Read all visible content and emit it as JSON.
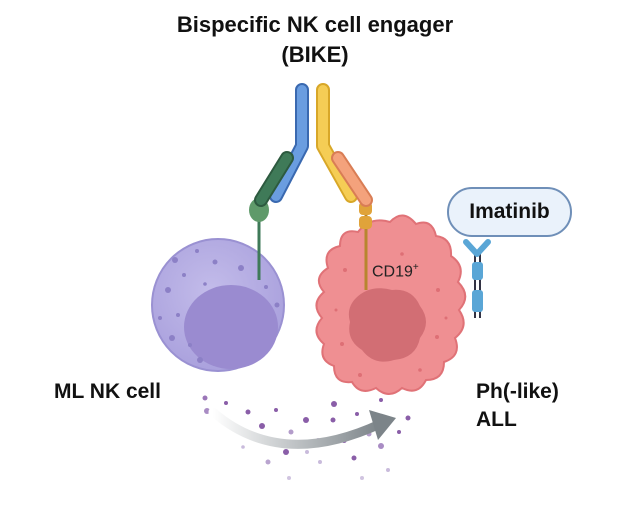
{
  "title": {
    "line1": "Bispecific NK cell engager",
    "line2": "(BIKE)"
  },
  "labels": {
    "nk_cell": "ML NK cell",
    "tumor_line1": "Ph(-like)",
    "tumor_line2": "ALL",
    "drug": "Imatinib",
    "antigen": "CD19",
    "antigen_sup": "+"
  },
  "colors": {
    "nk_cell_fill": "#b3abe0",
    "nk_nucleus": "#9a8bd0",
    "tumor_fill": "#ef8f92",
    "tumor_nucleus": "#d26e74",
    "antibody_blue": "#5b8fd8",
    "antibody_yellow": "#f2c64a",
    "dark_green": "#3f7a58",
    "salmon": "#f2a07a",
    "cd19_brown": "#b7862f",
    "granules": "#8a5ea8",
    "arrow": "#8c959a"
  },
  "icons": [
    "bispecific-antibody-icon",
    "nk-cell-icon",
    "tumor-cell-icon",
    "bcr-abl-receptor-icon",
    "cytotoxic-arrow-icon"
  ]
}
